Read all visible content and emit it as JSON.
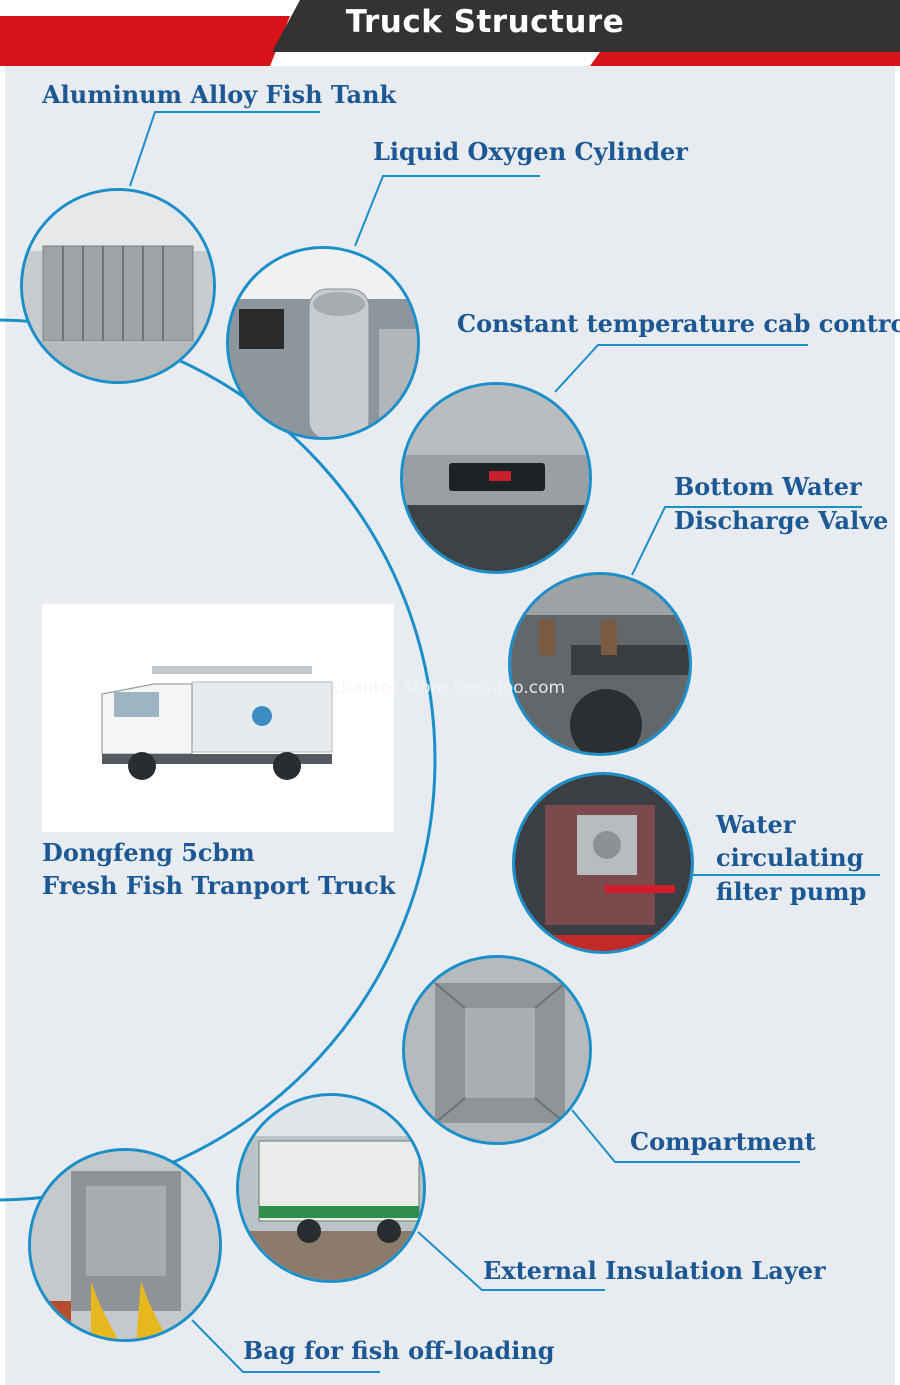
{
  "header": {
    "title": "Truck Structure",
    "accent_color": "#d7141b",
    "banner_color": "#333333"
  },
  "labels": {
    "aluminum_tank": "Aluminum Alloy Fish Tank",
    "oxygen_cylinder": "Liquid Oxygen Cylinder",
    "cab_control": "Constant temperature cab control",
    "discharge_valve_line1": "Bottom Water",
    "discharge_valve_line2": "Discharge Valve",
    "pump_line1": "Water",
    "pump_line2": "circulating",
    "pump_line3": "filter pump",
    "compartment": "Compartment",
    "insulation": "External Insulation Layer",
    "bag": "Bag for fish off-loading",
    "truck_line1": "Dongfeng 5cbm",
    "truck_line2": "Fresh Fish Tranport Truck"
  },
  "watermark": "cl-autos.store.bossgoo.com",
  "colors": {
    "label_text": "#1c5893",
    "circle_border": "#1a8fc9",
    "panel_bg": "#e8ecf0"
  }
}
